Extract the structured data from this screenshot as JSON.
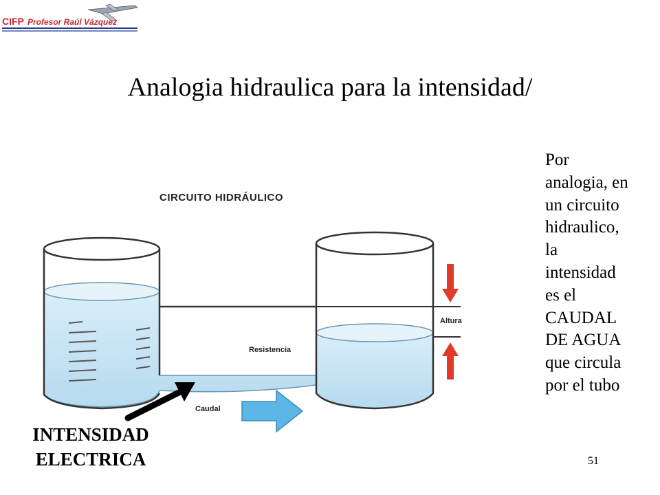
{
  "logo": {
    "brand": "CIFP",
    "author": "Profesor Raúl Vázquez"
  },
  "title": "Analogia hidraulica para la intensidad/",
  "diagram": {
    "heading": "CIRCUITO HIDRÁULICO",
    "label_resistencia": "Resistencia",
    "label_caudal": "Caudal",
    "label_altura": "Altura"
  },
  "side_text": "Por\nanalogia, en\nun circuito\nhidraulico,\nla\nintensidad\nes el\nCAUDAL\nDE AGUA\nque circula\npor el tubo",
  "pointer_label": "INTENSIDAD\nELECTRICA",
  "page_number": "51",
  "colors": {
    "water": "#c7e3f3",
    "water_dark": "#6b94b0",
    "arrow_blue": "#5cb6e6",
    "arrow_red": "#e23a2a",
    "logo_red": "#c62828",
    "logo_blue": "#1f3a8a"
  }
}
